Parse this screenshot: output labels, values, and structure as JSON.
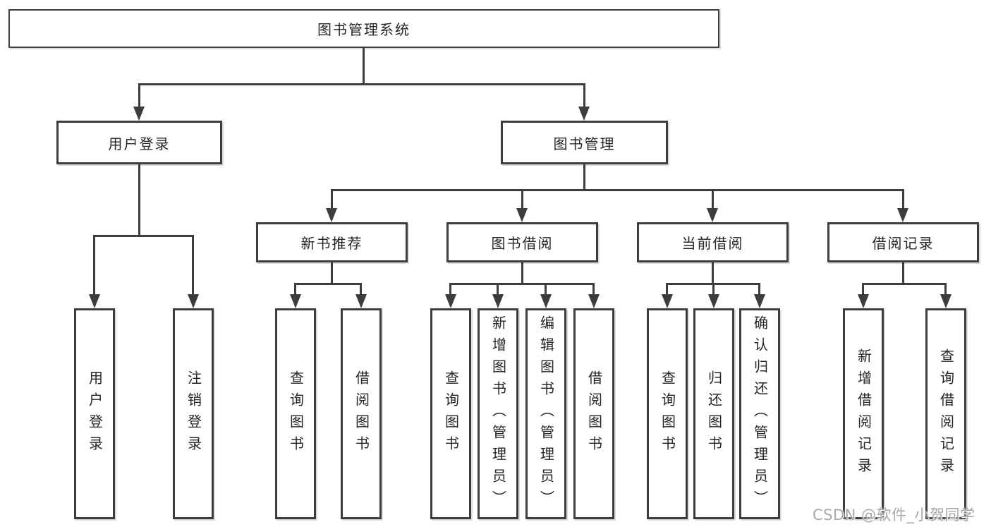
{
  "tree": {
    "root": "图书管理系统",
    "children": [
      {
        "label": "用户登录",
        "children": [
          {
            "label": "用户登录"
          },
          {
            "label": "注销登录"
          }
        ]
      },
      {
        "label": "图书管理",
        "children": [
          {
            "label": "新书推荐",
            "children": [
              {
                "label": "查询图书"
              },
              {
                "label": "借阅图书"
              }
            ]
          },
          {
            "label": "图书借阅",
            "children": [
              {
                "label": "查询图书"
              },
              {
                "label": "新增图书（管理员）"
              },
              {
                "label": "编辑图书（管理员）"
              },
              {
                "label": "借阅图书"
              }
            ]
          },
          {
            "label": "当前借阅",
            "children": [
              {
                "label": "查询图书"
              },
              {
                "label": "归还图书"
              },
              {
                "label": "确认归还（管理员）"
              }
            ]
          },
          {
            "label": "借阅记录",
            "children": [
              {
                "label": "新增借阅记录"
              },
              {
                "label": "查询借阅记录"
              }
            ]
          }
        ]
      }
    ]
  },
  "watermark": {
    "text": "CSDN @软件_小贺同学"
  },
  "colors": {
    "line": "#3d3d3d",
    "text": "#262626",
    "watermark": "#a8a8a8",
    "background": "#ffffff"
  }
}
